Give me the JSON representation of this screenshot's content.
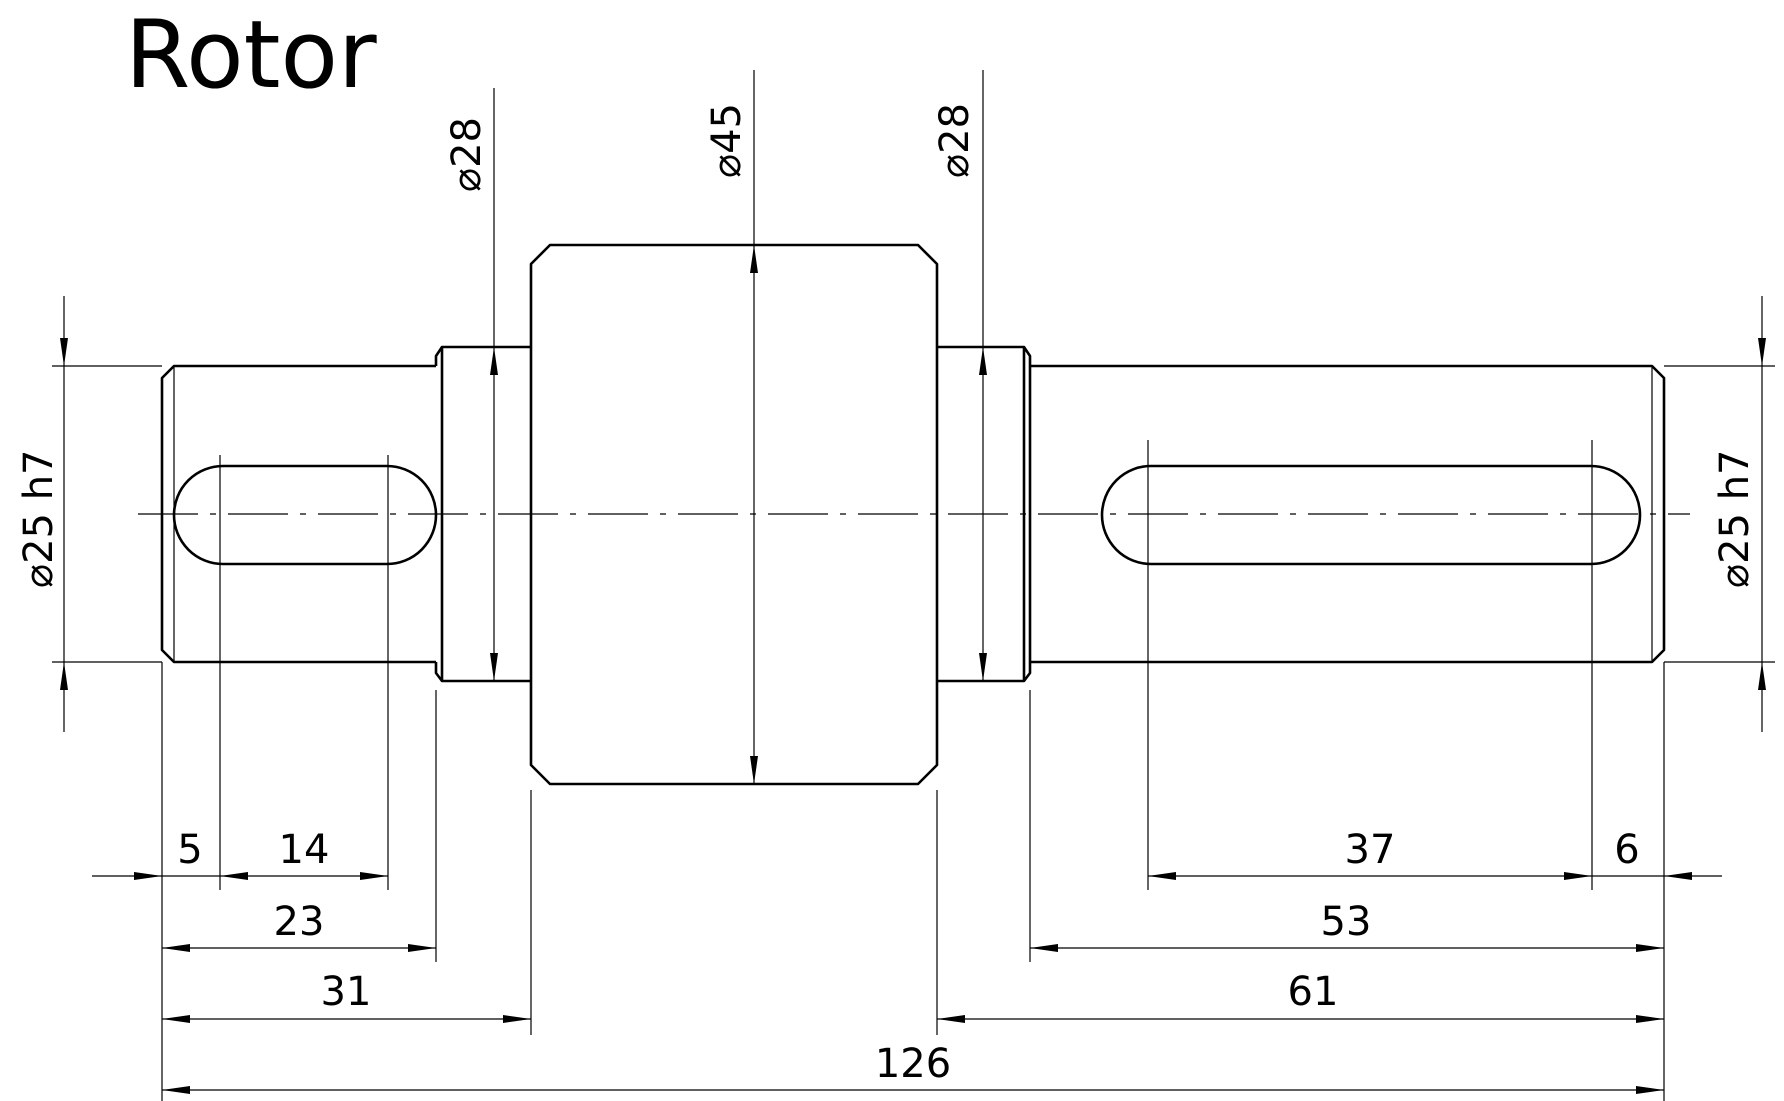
{
  "title": "Rotor",
  "diameters": {
    "left_journal": "⌀25 h7",
    "left_shoulder": "⌀28",
    "body": "⌀45",
    "right_shoulder": "⌀28",
    "right_journal": "⌀25 h7"
  },
  "lengths": {
    "left_chamfer_to_keyway": "5",
    "left_keyway": "14",
    "left_journal": "23",
    "left_to_body": "31",
    "right_keyway": "37",
    "right_keyway_offset": "6",
    "right_journal": "53",
    "body_to_right_end": "61",
    "total": "126"
  },
  "colors": {
    "line": "#000000",
    "background": "#ffffff"
  }
}
